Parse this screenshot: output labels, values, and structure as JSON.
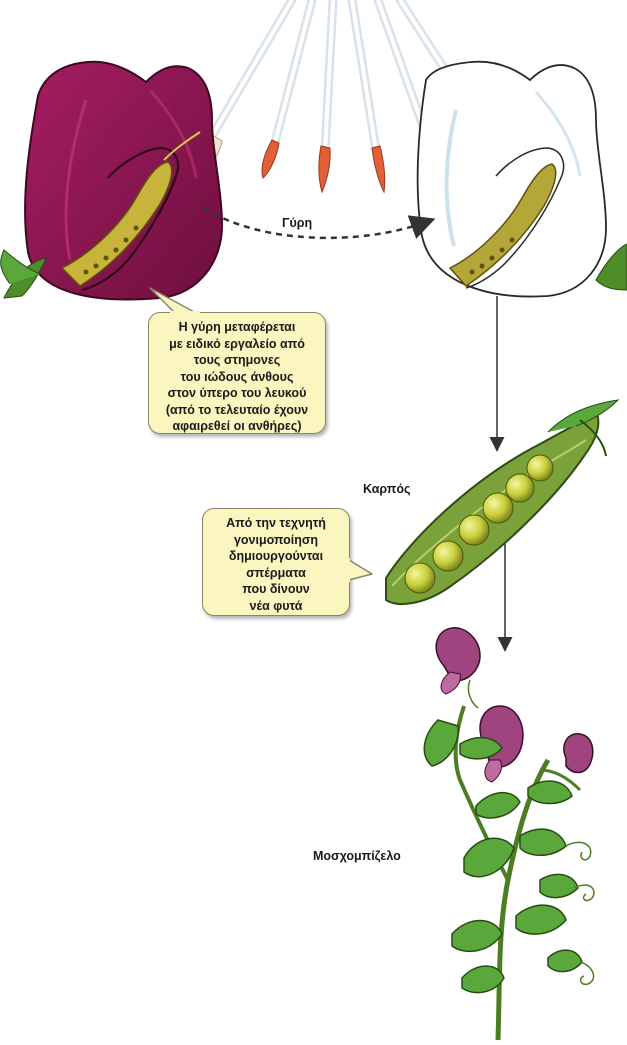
{
  "labels": {
    "pollen": "Γύρη",
    "fruit": "Καρπός",
    "plant": "Μοσχομπίζελο"
  },
  "callouts": {
    "transfer": [
      "Η γύρη μεταφέρεται",
      "με ειδικό εργαλείο από",
      "τους στημονες",
      "του ιώδους άνθους",
      "στον ύπερο του λευκού",
      "(από το τελευταίο έχουν",
      "αφαιρεθεί οι ανθήρες)"
    ],
    "seeds": [
      "Από την τεχνητή",
      "γονιμοποίηση",
      "δημιουργούνται",
      "σπέρματα",
      "που δίνουν",
      "νέα φυτά"
    ]
  },
  "colors": {
    "purple_flower": "#8e1552",
    "callout_fill": "#fbf5bf",
    "leaf_green": "#5aa83c",
    "pea_yellow": "#c8cf3a",
    "brush_tip": "#e0603a"
  }
}
